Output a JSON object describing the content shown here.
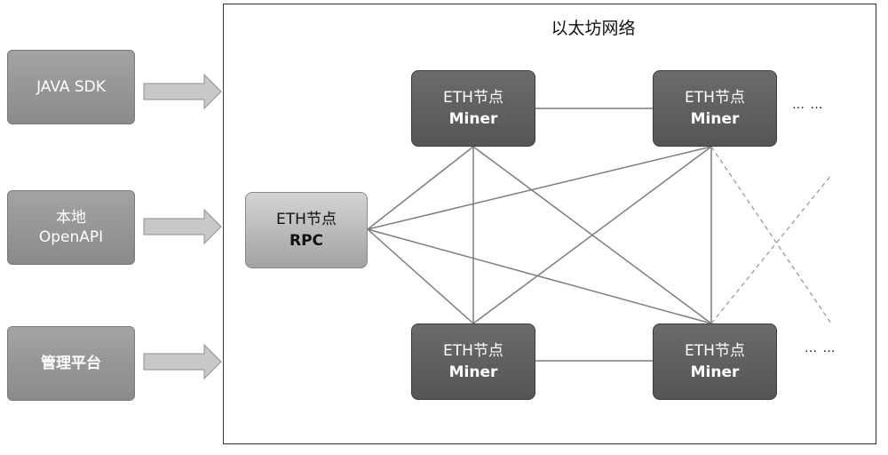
{
  "network": {
    "title": "以太坊网络"
  },
  "clients": [
    {
      "label": "JAVA SDK"
    },
    {
      "label_line1": "本地",
      "label_line2": "OpenAPI"
    },
    {
      "label": "管理平台"
    }
  ],
  "rpc_node": {
    "line1": "ETH节点",
    "line2": "RPC"
  },
  "miner_nodes": [
    {
      "line1": "ETH节点",
      "line2": "Miner"
    },
    {
      "line1": "ETH节点",
      "line2": "Miner"
    },
    {
      "line1": "ETH节点",
      "line2": "Miner"
    },
    {
      "line1": "ETH节点",
      "line2": "Miner"
    }
  ],
  "ellipsis": [
    "… …",
    "… …"
  ],
  "colors": {
    "client": "#959595",
    "miner": "#5f5f5f",
    "rpc": "#bcbcbc",
    "line": "#777777"
  }
}
